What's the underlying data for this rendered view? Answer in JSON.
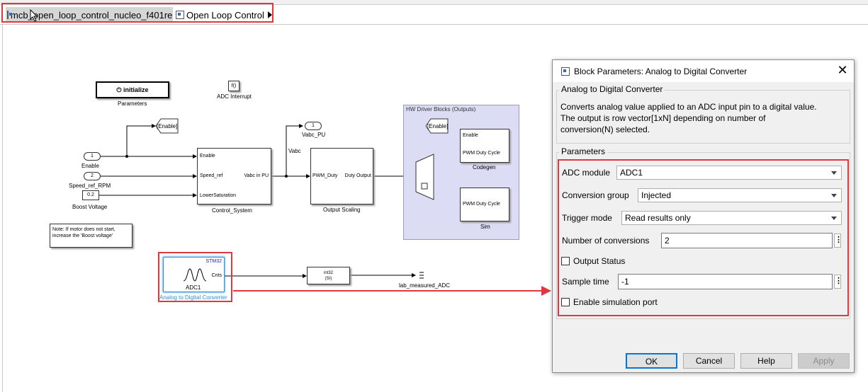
{
  "breadcrumb": {
    "items": [
      {
        "label": "mcb_open_loop_control_nucleo_f401re"
      },
      {
        "label": "Open Loop Control"
      }
    ]
  },
  "canvas": {
    "init_button": "initialize",
    "init_label": "Parameters",
    "adc_interrupt_glyph": "f()",
    "adc_interrupt_label": "ADC Interrupt",
    "enable_goto": "[Enable]",
    "inport_enable_num": "1",
    "inport_enable_label": "Enable",
    "inport_speed_num": "2",
    "inport_speed_label": "Speed_ref_RPM",
    "boost_const": "0.2",
    "boost_label": "Boost Voltage",
    "control_system": {
      "name": "Control_System",
      "in1": "Enable",
      "in2": "Speed_ref",
      "in3": "LowerSaturation",
      "out1": "Vabc in PU"
    },
    "vabc_signal": "Vabc",
    "vabc_out_num": "1",
    "vabc_out_label": "Vabc_PU",
    "output_scaling": {
      "name": "Output Scaling",
      "in1": "PWM_Duty",
      "out1": "Duty Output"
    },
    "hw_group_title": "HW Driver Blocks (Outputs)",
    "hw_enable_from": "[Enable]",
    "codegen": {
      "name": "Codegen",
      "in1": "Enable",
      "in2": "PWM Duty Cycle"
    },
    "sim": {
      "name": "Sim",
      "in1": "PWM Duty Cycle"
    },
    "note": "Note: If motor does not start, increase the 'Boost voltage'",
    "adc_block": {
      "tag": "STM32",
      "port": "Cnts",
      "name": "ADC1",
      "label": "Analog to Digital Converter"
    },
    "convert": {
      "line1": "int32",
      "line2": "(SI)"
    },
    "measured_label": "lab_measured_ADC"
  },
  "dialog": {
    "title": "Block Parameters: Analog to Digital Converter",
    "block_group_title": "Analog to Digital Converter",
    "description_line1": "Converts analog value applied to an ADC input pin to a digital value.",
    "description_line2": "The output is row vector[1xN] depending on number of",
    "description_line3": "conversion(N) selected.",
    "params_group_title": "Parameters",
    "adc_module_label": "ADC module",
    "adc_module_value": "ADC1",
    "conversion_group_label": "Conversion group",
    "conversion_group_value": "Injected",
    "trigger_mode_label": "Trigger mode",
    "trigger_mode_value": "Read results only",
    "num_conversions_label": "Number of conversions",
    "num_conversions_value": "2",
    "output_status_label": "Output Status",
    "sample_time_label": "Sample time",
    "sample_time_value": "-1",
    "enable_sim_label": "Enable simulation port",
    "ok_label": "OK",
    "cancel_label": "Cancel",
    "help_label": "Help",
    "apply_label": "Apply"
  },
  "colors": {
    "highlight": "#e0383d",
    "group_fill": "#dcdcf5",
    "adc_tag": "#2020c0",
    "adc_label": "#2f8fd8"
  }
}
